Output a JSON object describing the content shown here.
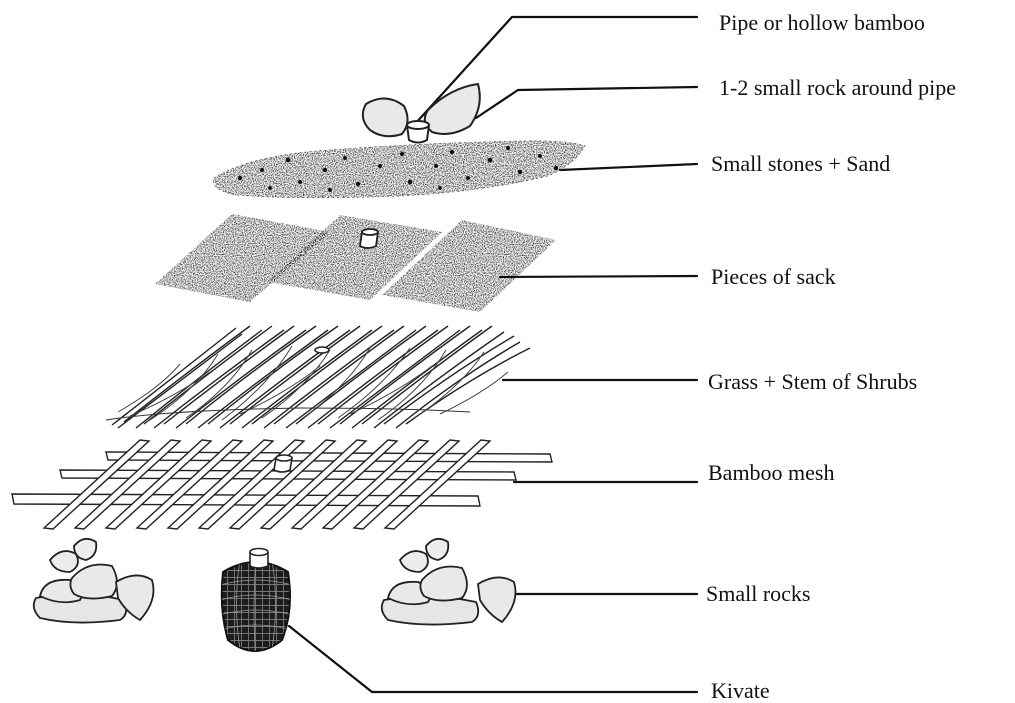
{
  "colors": {
    "ink": "#111111",
    "paper": "#ffffff",
    "stone_fill": "#e9e9e9",
    "sand_fill": "#d6d6d6",
    "sack_fill": "#ececec",
    "kivate_fill": "#2a2a2a"
  },
  "labels": {
    "pipe": "Pipe or hollow bamboo",
    "rock_around_pipe": "1-2 small rock around pipe",
    "stones_sand": "Small stones + Sand",
    "sack": "Pieces of sack",
    "grass": "Grass + Stem of Shrubs",
    "mesh": "Bamboo mesh",
    "rocks": "Small rocks",
    "kivate": "Kivate"
  }
}
